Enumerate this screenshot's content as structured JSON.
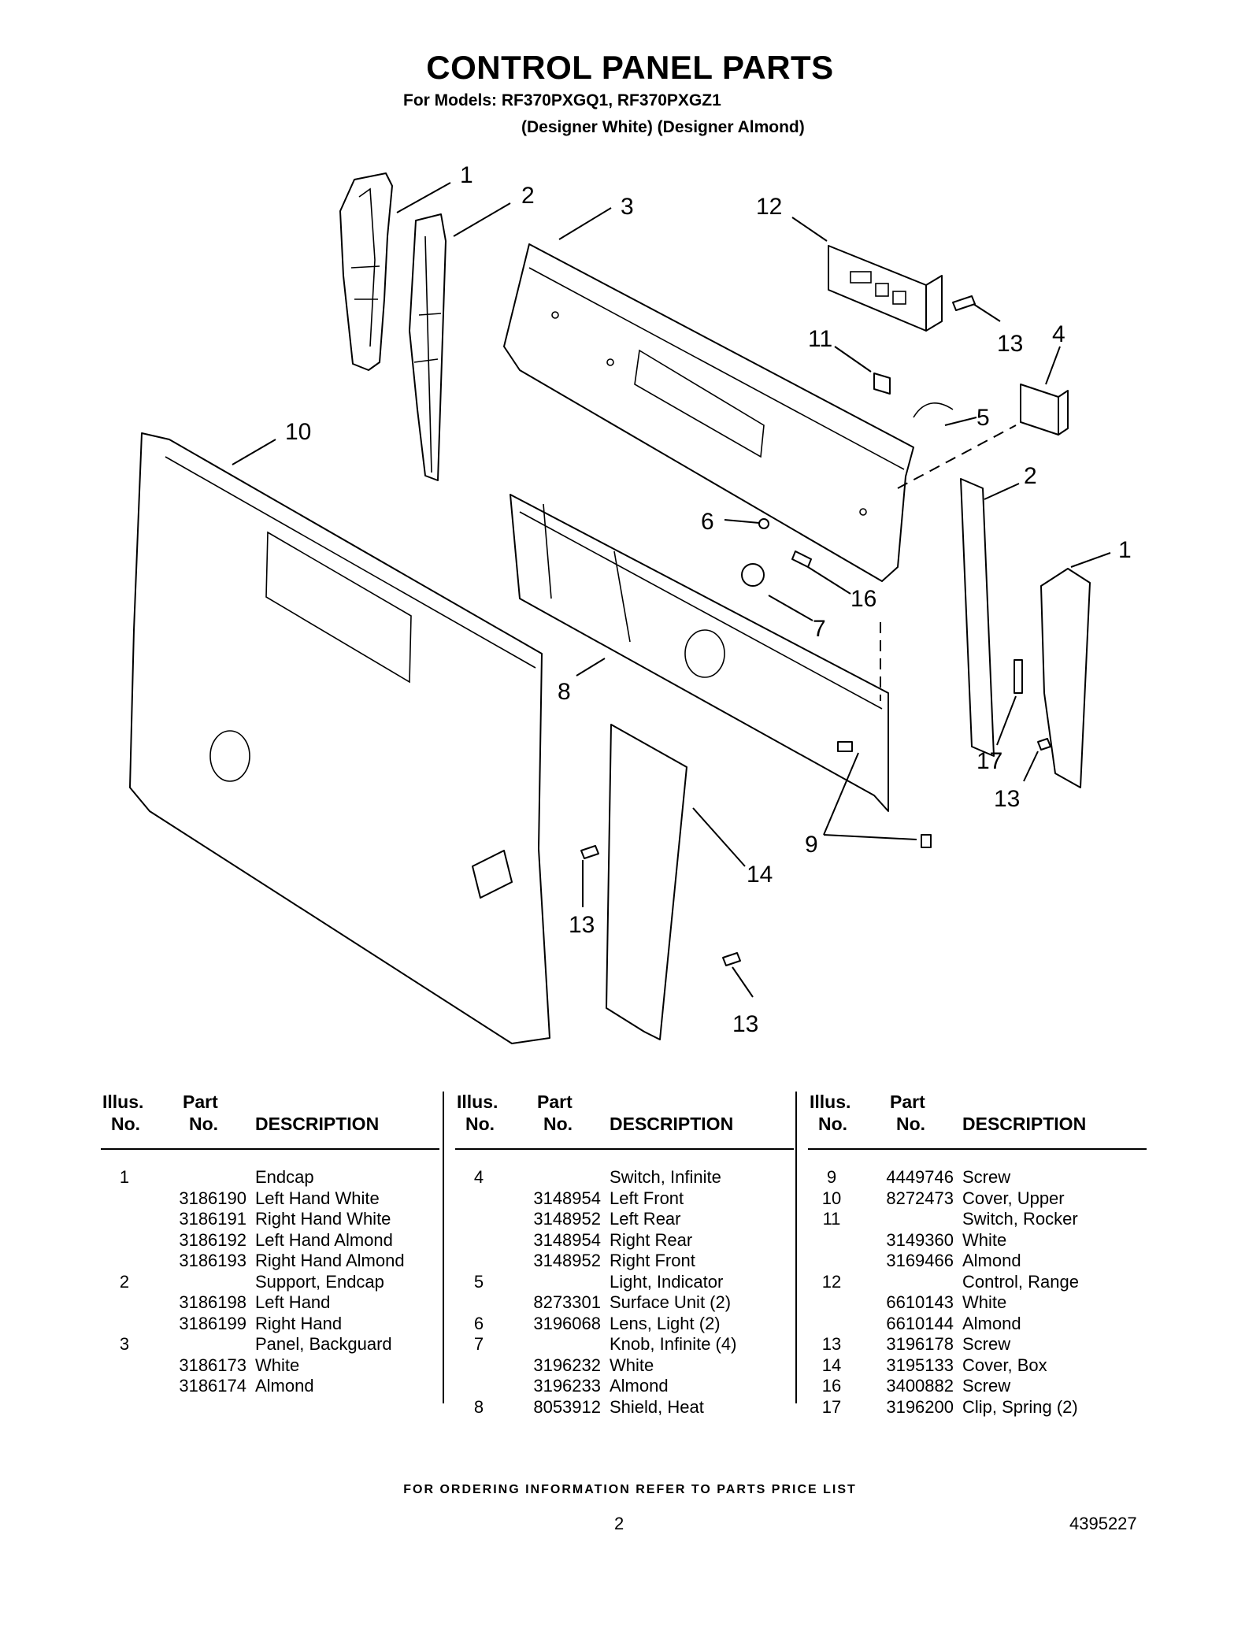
{
  "header": {
    "title": "CONTROL PANEL PARTS",
    "models_line": "For Models: RF370PXGQ1, RF370PXGZ1",
    "colors_line": "(Designer White)  (Designer Almond)"
  },
  "diagram": {
    "callouts": [
      "1",
      "2",
      "3",
      "12",
      "13",
      "4",
      "11",
      "5",
      "10",
      "2",
      "6",
      "1",
      "16",
      "7",
      "8",
      "17",
      "13",
      "9",
      "14",
      "13",
      "13"
    ]
  },
  "table": {
    "headers": {
      "illus_1": "Illus.",
      "illus_2": "No.",
      "part_1": "Part",
      "part_2": "No.",
      "desc": "DESCRIPTION"
    },
    "columns": [
      [
        {
          "no": "1",
          "part": "",
          "desc": "Endcap"
        },
        {
          "no": "",
          "part": "3186190",
          "desc": "Left Hand White"
        },
        {
          "no": "",
          "part": "3186191",
          "desc": "Right Hand White"
        },
        {
          "no": "",
          "part": "3186192",
          "desc": "Left Hand Almond"
        },
        {
          "no": "",
          "part": "3186193",
          "desc": "Right Hand Almond"
        },
        {
          "no": "2",
          "part": "",
          "desc": "Support, Endcap"
        },
        {
          "no": "",
          "part": "3186198",
          "desc": "Left Hand"
        },
        {
          "no": "",
          "part": "3186199",
          "desc": "Right Hand"
        },
        {
          "no": "3",
          "part": "",
          "desc": "Panel, Backguard"
        },
        {
          "no": "",
          "part": "3186173",
          "desc": "White"
        },
        {
          "no": "",
          "part": "3186174",
          "desc": "Almond"
        }
      ],
      [
        {
          "no": "4",
          "part": "",
          "desc": "Switch, Infinite"
        },
        {
          "no": "",
          "part": "3148954",
          "desc": "Left Front"
        },
        {
          "no": "",
          "part": "3148952",
          "desc": "Left Rear"
        },
        {
          "no": "",
          "part": "3148954",
          "desc": "Right Rear"
        },
        {
          "no": "",
          "part": "3148952",
          "desc": "Right Front"
        },
        {
          "no": "5",
          "part": "",
          "desc": "Light, Indicator"
        },
        {
          "no": "",
          "part": "8273301",
          "desc": "Surface Unit (2)"
        },
        {
          "no": "6",
          "part": "3196068",
          "desc": "Lens, Light (2)"
        },
        {
          "no": "7",
          "part": "",
          "desc": "Knob, Infinite (4)"
        },
        {
          "no": "",
          "part": "3196232",
          "desc": "White"
        },
        {
          "no": "",
          "part": "3196233",
          "desc": "Almond"
        },
        {
          "no": "8",
          "part": "8053912",
          "desc": "Shield, Heat"
        }
      ],
      [
        {
          "no": "9",
          "part": "4449746",
          "desc": "Screw"
        },
        {
          "no": "10",
          "part": "8272473",
          "desc": "Cover, Upper"
        },
        {
          "no": "11",
          "part": "",
          "desc": "Switch, Rocker"
        },
        {
          "no": "",
          "part": "3149360",
          "desc": "White"
        },
        {
          "no": "",
          "part": "3169466",
          "desc": "Almond"
        },
        {
          "no": "12",
          "part": "",
          "desc": "Control, Range"
        },
        {
          "no": "",
          "part": "6610143",
          "desc": "White"
        },
        {
          "no": "",
          "part": "6610144",
          "desc": "Almond"
        },
        {
          "no": "13",
          "part": "3196178",
          "desc": "Screw"
        },
        {
          "no": "14",
          "part": "3195133",
          "desc": "Cover, Box"
        },
        {
          "no": "16",
          "part": "3400882",
          "desc": "Screw"
        },
        {
          "no": "17",
          "part": "3196200",
          "desc": "Clip, Spring (2)"
        }
      ]
    ]
  },
  "footer": {
    "ordering_note": "FOR ORDERING INFORMATION REFER TO PARTS PRICE LIST",
    "page_number": "2",
    "doc_number": "4395227"
  }
}
